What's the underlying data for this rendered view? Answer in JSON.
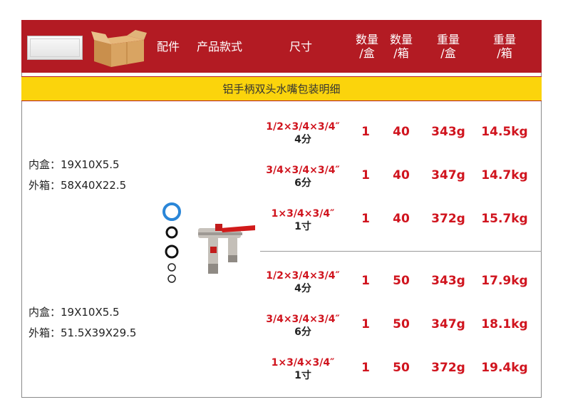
{
  "header": {
    "col_parts": "配件",
    "col_style": "产品款式",
    "col_size": "尺寸",
    "col_qty_box": [
      "数量",
      "/盒"
    ],
    "col_qty_carton": [
      "数量",
      "/箱"
    ],
    "col_wt_box": [
      "重量",
      "/盒"
    ],
    "col_wt_carton": [
      "重量",
      "/箱"
    ]
  },
  "banner": "铝手柄双头水嘴包装明细",
  "groups": [
    {
      "inner_box": "内盒：19X10X5.5",
      "outer_carton": "外箱：58X40X22.5",
      "rows": [
        {
          "size": "1/2×3/4×3/4″",
          "sub": "4分",
          "qty_box": "1",
          "qty_carton": "40",
          "wt_box": "343g",
          "wt_carton": "14.5kg"
        },
        {
          "size": "3/4×3/4×3/4″",
          "sub": "6分",
          "qty_box": "1",
          "qty_carton": "40",
          "wt_box": "347g",
          "wt_carton": "14.7kg"
        },
        {
          "size": "1×3/4×3/4″",
          "sub": "1寸",
          "qty_box": "1",
          "qty_carton": "40",
          "wt_box": "372g",
          "wt_carton": "15.7kg"
        }
      ]
    },
    {
      "inner_box": "内盒：19X10X5.5",
      "outer_carton": "外箱：51.5X39X29.5",
      "rows": [
        {
          "size": "1/2×3/4×3/4″",
          "sub": "4分",
          "qty_box": "1",
          "qty_carton": "50",
          "wt_box": "343g",
          "wt_carton": "17.9kg"
        },
        {
          "size": "3/4×3/4×3/4″",
          "sub": "6分",
          "qty_box": "1",
          "qty_carton": "50",
          "wt_box": "347g",
          "wt_carton": "18.1kg"
        },
        {
          "size": "1×3/4×3/4″",
          "sub": "1寸",
          "qty_box": "1",
          "qty_carton": "50",
          "wt_box": "372g",
          "wt_carton": "19.4kg"
        }
      ]
    }
  ],
  "colors": {
    "header_red": "#b31b23",
    "banner_yellow": "#fbd40c",
    "value_red": "#d0141e"
  }
}
